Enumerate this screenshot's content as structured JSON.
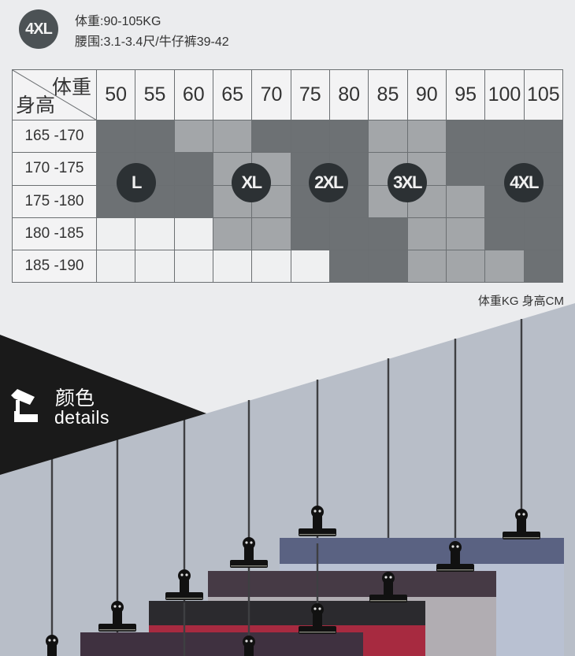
{
  "size_info": {
    "badge": "4XL",
    "weight_line": "体重:90-105KG",
    "waist_line": "腰围:3.1-3.4尺/牛仔裤39-42"
  },
  "size_chart": {
    "corner_weight_label": "体重",
    "corner_height_label": "身高",
    "weight_columns": [
      "50",
      "55",
      "60",
      "65",
      "70",
      "75",
      "80",
      "85",
      "90",
      "95",
      "100",
      "105"
    ],
    "rows": [
      {
        "height": "165 -170",
        "cells": [
          "dark",
          "dark",
          "light",
          "light",
          "dark",
          "dark",
          "dark",
          "light",
          "light",
          "dark",
          "dark",
          "dark"
        ]
      },
      {
        "height": "170 -175",
        "cells": [
          "dark",
          "dark",
          "dark",
          "light",
          "light",
          "dark",
          "dark",
          "light",
          "light",
          "dark",
          "dark",
          "dark"
        ]
      },
      {
        "height": "175 -180",
        "cells": [
          "dark",
          "dark",
          "dark",
          "light",
          "light",
          "dark",
          "dark",
          "light",
          "light",
          "light",
          "dark",
          "dark"
        ]
      },
      {
        "height": "180 -185",
        "cells": [
          "white",
          "white",
          "white",
          "light",
          "light",
          "dark",
          "dark",
          "dark",
          "light",
          "light",
          "dark",
          "dark"
        ]
      },
      {
        "height": "185 -190",
        "cells": [
          "white",
          "white",
          "white",
          "white",
          "white",
          "white",
          "dark",
          "dark",
          "light",
          "light",
          "light",
          "dark"
        ]
      }
    ],
    "size_bubbles": [
      "L",
      "XL",
      "2XL",
      "3XL",
      "4XL"
    ],
    "units_label": "体重KG  身高CM",
    "colors": {
      "dark": "#6d7174",
      "light": "#a3a6a9",
      "white": "#eff0f1",
      "bubble": "#2c3134"
    }
  },
  "color_section": {
    "title": "颜色",
    "subtitle": "details",
    "icon": "lamp-icon"
  }
}
